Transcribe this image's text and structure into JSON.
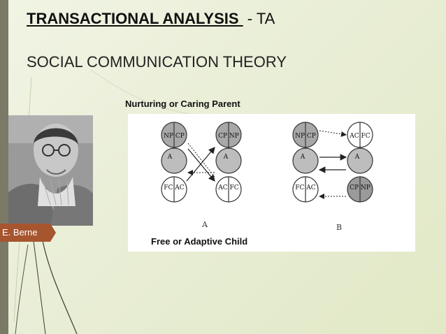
{
  "slide": {
    "title_main": "TRANSACTIONAL ANALYSIS",
    "title_suffix": "- TA",
    "subtitle": "SOCIAL COMMUNICATION THEORY",
    "top_caption": "Nurturing or Caring Parent",
    "bottom_caption": "Free or Adaptive Child"
  },
  "portrait": {
    "name": "E. Berne"
  },
  "diagram": {
    "A": {
      "parent_left": "NP CP",
      "parent_right": "CP NP",
      "adult_left": "A",
      "adult_right": "A",
      "child_left": "FC AC",
      "child_right": "AC FC",
      "label": "A"
    },
    "B": {
      "parent_left": "NP CP",
      "parent_right": "AC FC",
      "adult_left": "A",
      "adult_right": "A",
      "child_left": "FC AC",
      "child_right": "CP NP",
      "label": "B"
    }
  },
  "colors": {
    "accent": "#a6552f",
    "background": "#eef2dc",
    "dark_bar": "#7a7a66"
  }
}
